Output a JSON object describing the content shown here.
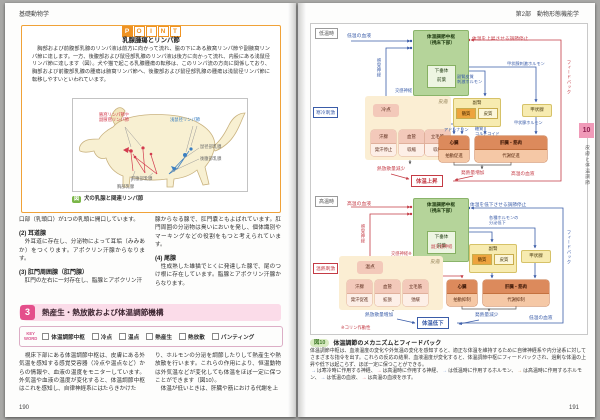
{
  "colors": {
    "accent_orange": "#ef9322",
    "accent_pink": "#e44f8b",
    "nerve_cold_blue": "#3a5ca8",
    "nerve_hot_red": "#c43b45",
    "hormone_cold": "#7e9fd6",
    "hormone_hot": "#e0862e",
    "blood_cold": "#4a6fb5",
    "blood_hot": "#d04a54",
    "figure_green": "#7ab648"
  },
  "left_page": {
    "header": "基礎動物学",
    "page_number": "190",
    "point": {
      "letters": [
        "P",
        "O",
        "I",
        "N",
        "T"
      ],
      "title": "乳腺腫瘍とリンパ節",
      "body": "　胸部および前腹部乳腺のリンパ液は前方に向かって流れ、脇の下にある腋窩リンパ節や副腋窩リンパ節に達します。一方、後腹部および鼠径部乳腺のリンパ液は後方に向かって流れ、内股にある浅鼠径リンパ節に達します（図）。犬や猫で起こる乳腺腫瘍の転移は、このリンパ流の方向に関係しており、胸部および前腹部乳腺の腫瘍は腋窩リンパ節へ、後腹部および鼠径部乳腺の腫瘍は浅鼠径リンパ節に転移しやすいといわれています。",
      "fig_badge": "図",
      "fig_caption": "犬の乳腺と関連リンパ節",
      "labels": {
        "axillary1": "腋窩リンパ節や",
        "axillary2": "副腋窩リンパ節",
        "sup_inguinal": "浅鼠径リンパ節",
        "inguinal_gland": "鼠径部乳腺",
        "caudal_abd": "後腹部乳腺",
        "cranial_abd": "前腹部乳腺",
        "thoracic": "胸部乳腺"
      }
    },
    "text": {
      "cont": "口部（乳頭口）が1つの乳頭に開口しています。",
      "h2": "(2) 耳道腺",
      "p2": "　外耳道に存在し、分泌物によって耳垢（みみあか）をつくります。アポクリン汗腺からなります。",
      "h3": "(3) 肛門周囲腺（肛門腺）",
      "p3": "　肛門の左右に一対存在し、脂腺とアポクリン汗",
      "cont2": "腺からなる腺で、肛門嚢ともよばれています。肛門周囲の分泌物は臭いにおいを発し、個体識別やマーキングなどの役割をもつと考えられています。",
      "h4": "(4) 尾腺",
      "p4": "　性成熟した雄猫でとくに発達した腺で、尾のつけ根に存在しています。脂腺とアポクリン汗腺からなります。"
    },
    "section": {
      "num": "3",
      "title": "熱産生・熱放散および体温調節機構"
    },
    "keyword": {
      "k1": "KEY",
      "k2": "WORD",
      "terms": [
        "体温調節中枢",
        "冷点",
        "温点",
        "熱産生",
        "熱放散",
        "パンティング"
      ]
    },
    "body1": "　視床下部にある体温調節中枢は、皮膚にある外気温を感知する感覚受容器（冷点や温点など）からの情報や、血液の温度をモニターしています。外気温や血液の温度が変化すると、体温調節中枢はこれを感知し、自律神経系にはたらきかけた",
    "body2": "り、ホルモンの分泌を調節したりして熱産生や熱放散を行います。これらの作用により、恒温動物は外気温などが変化しても体温をほぼ一定に保つことができます（図10）。",
    "body3": "　体温が低いときは、肝臓や筋における代謝を上"
  },
  "right_page": {
    "header": "第2部　動物形態機能学",
    "page_number": "191",
    "tab": {
      "num": "10",
      "label": "皮膚と体温調節"
    },
    "fig": {
      "badge": "図10",
      "title": "体温調節のメカニズムとフィードバック",
      "caption": "体温調節中枢は、血液温度の変化や外気温の変化を感知すると、適正な体温を維持するために自律神経系や内分泌系に対してさまざまな指令を出す。これらの反応の結果、血液温度が変化すると、体温調節中枢にフィードバックされ、過剰な体温の上昇や低下は起こらず、ほぼ一定に保つことができる。",
      "legend": [
        "は寒冷時に作用する神経、",
        "は高温時に作用する神経、",
        "は低温時に作用するホルモン、",
        "は高温時に作用するホルモン、",
        "は低温の血液、",
        "は高温の血液を示す。"
      ],
      "cold": {
        "panel": "低温時",
        "blood_in": "低温の血液",
        "center1": "体温調節中枢",
        "center2": "（視床下部）",
        "stop": "体温を上昇させる調節停止",
        "pit1": "下垂体",
        "pit2": "前葉",
        "acth1": "副腎皮質",
        "acth2": "刺激ホルモン",
        "tsh": "甲状腺刺激ホルモン",
        "sensory": "感覚神経",
        "symp": "交感神経",
        "stim": "寒冷刺激",
        "skin": "皮膚",
        "point": "冷点",
        "sweat": "汗腺",
        "sweat_a": "発汗停止",
        "vessel": "血管",
        "vessel_a": "収縮",
        "pilo": "立毛筋",
        "pilo_a": "収縮",
        "adrenal": "副腎",
        "medulla": "髄質",
        "cortex": "皮質",
        "thyroid": "甲状腺",
        "adr": "アドレナリン",
        "gluco1": "糖質",
        "gluco2": "コルチコイド",
        "th_h": "甲状腺ホルモン",
        "heart": "心臓",
        "heart_a": "拍動促進",
        "liver": "肝臓・筋肉",
        "liver_a": "代謝促進",
        "diss": "熱放散量減少",
        "prod": "発熱量増加",
        "result": "体温上昇",
        "blood_out": "高温の血液",
        "feedback": "フィードバック"
      },
      "hot": {
        "panel": "高温時",
        "blood_in": "高温の血液",
        "center1": "体温調節中枢",
        "center2": "（視床下部）",
        "stop": "体温を低下させる調節停止",
        "drop1": "各種ホルモンの",
        "drop2": "分泌低下",
        "pit1": "下垂体",
        "pit2": "前葉",
        "sensory": "感覚神経",
        "symp": "交感神経※",
        "parasymp": "副交感神経",
        "stim": "温熱刺激",
        "skin": "皮膚",
        "point": "温点",
        "sweat": "汗腺",
        "sweat_a": "発汗促進",
        "vessel": "血管",
        "vessel_a": "拡張",
        "pilo": "立毛筋",
        "pilo_a": "弛緩",
        "adrenal": "副腎",
        "medulla": "髄質",
        "cortex": "皮質",
        "thyroid": "甲状腺",
        "heart": "心臓",
        "heart_a": "拍動抑制",
        "liver": "肝臓・筋肉",
        "liver_a": "代謝抑制",
        "diss": "熱放散量増加",
        "prod": "発熱量減少",
        "result": "体温低下",
        "blood_out": "低温の血液",
        "feedback": "フィードバック",
        "note": "※コリン作動性"
      }
    }
  }
}
